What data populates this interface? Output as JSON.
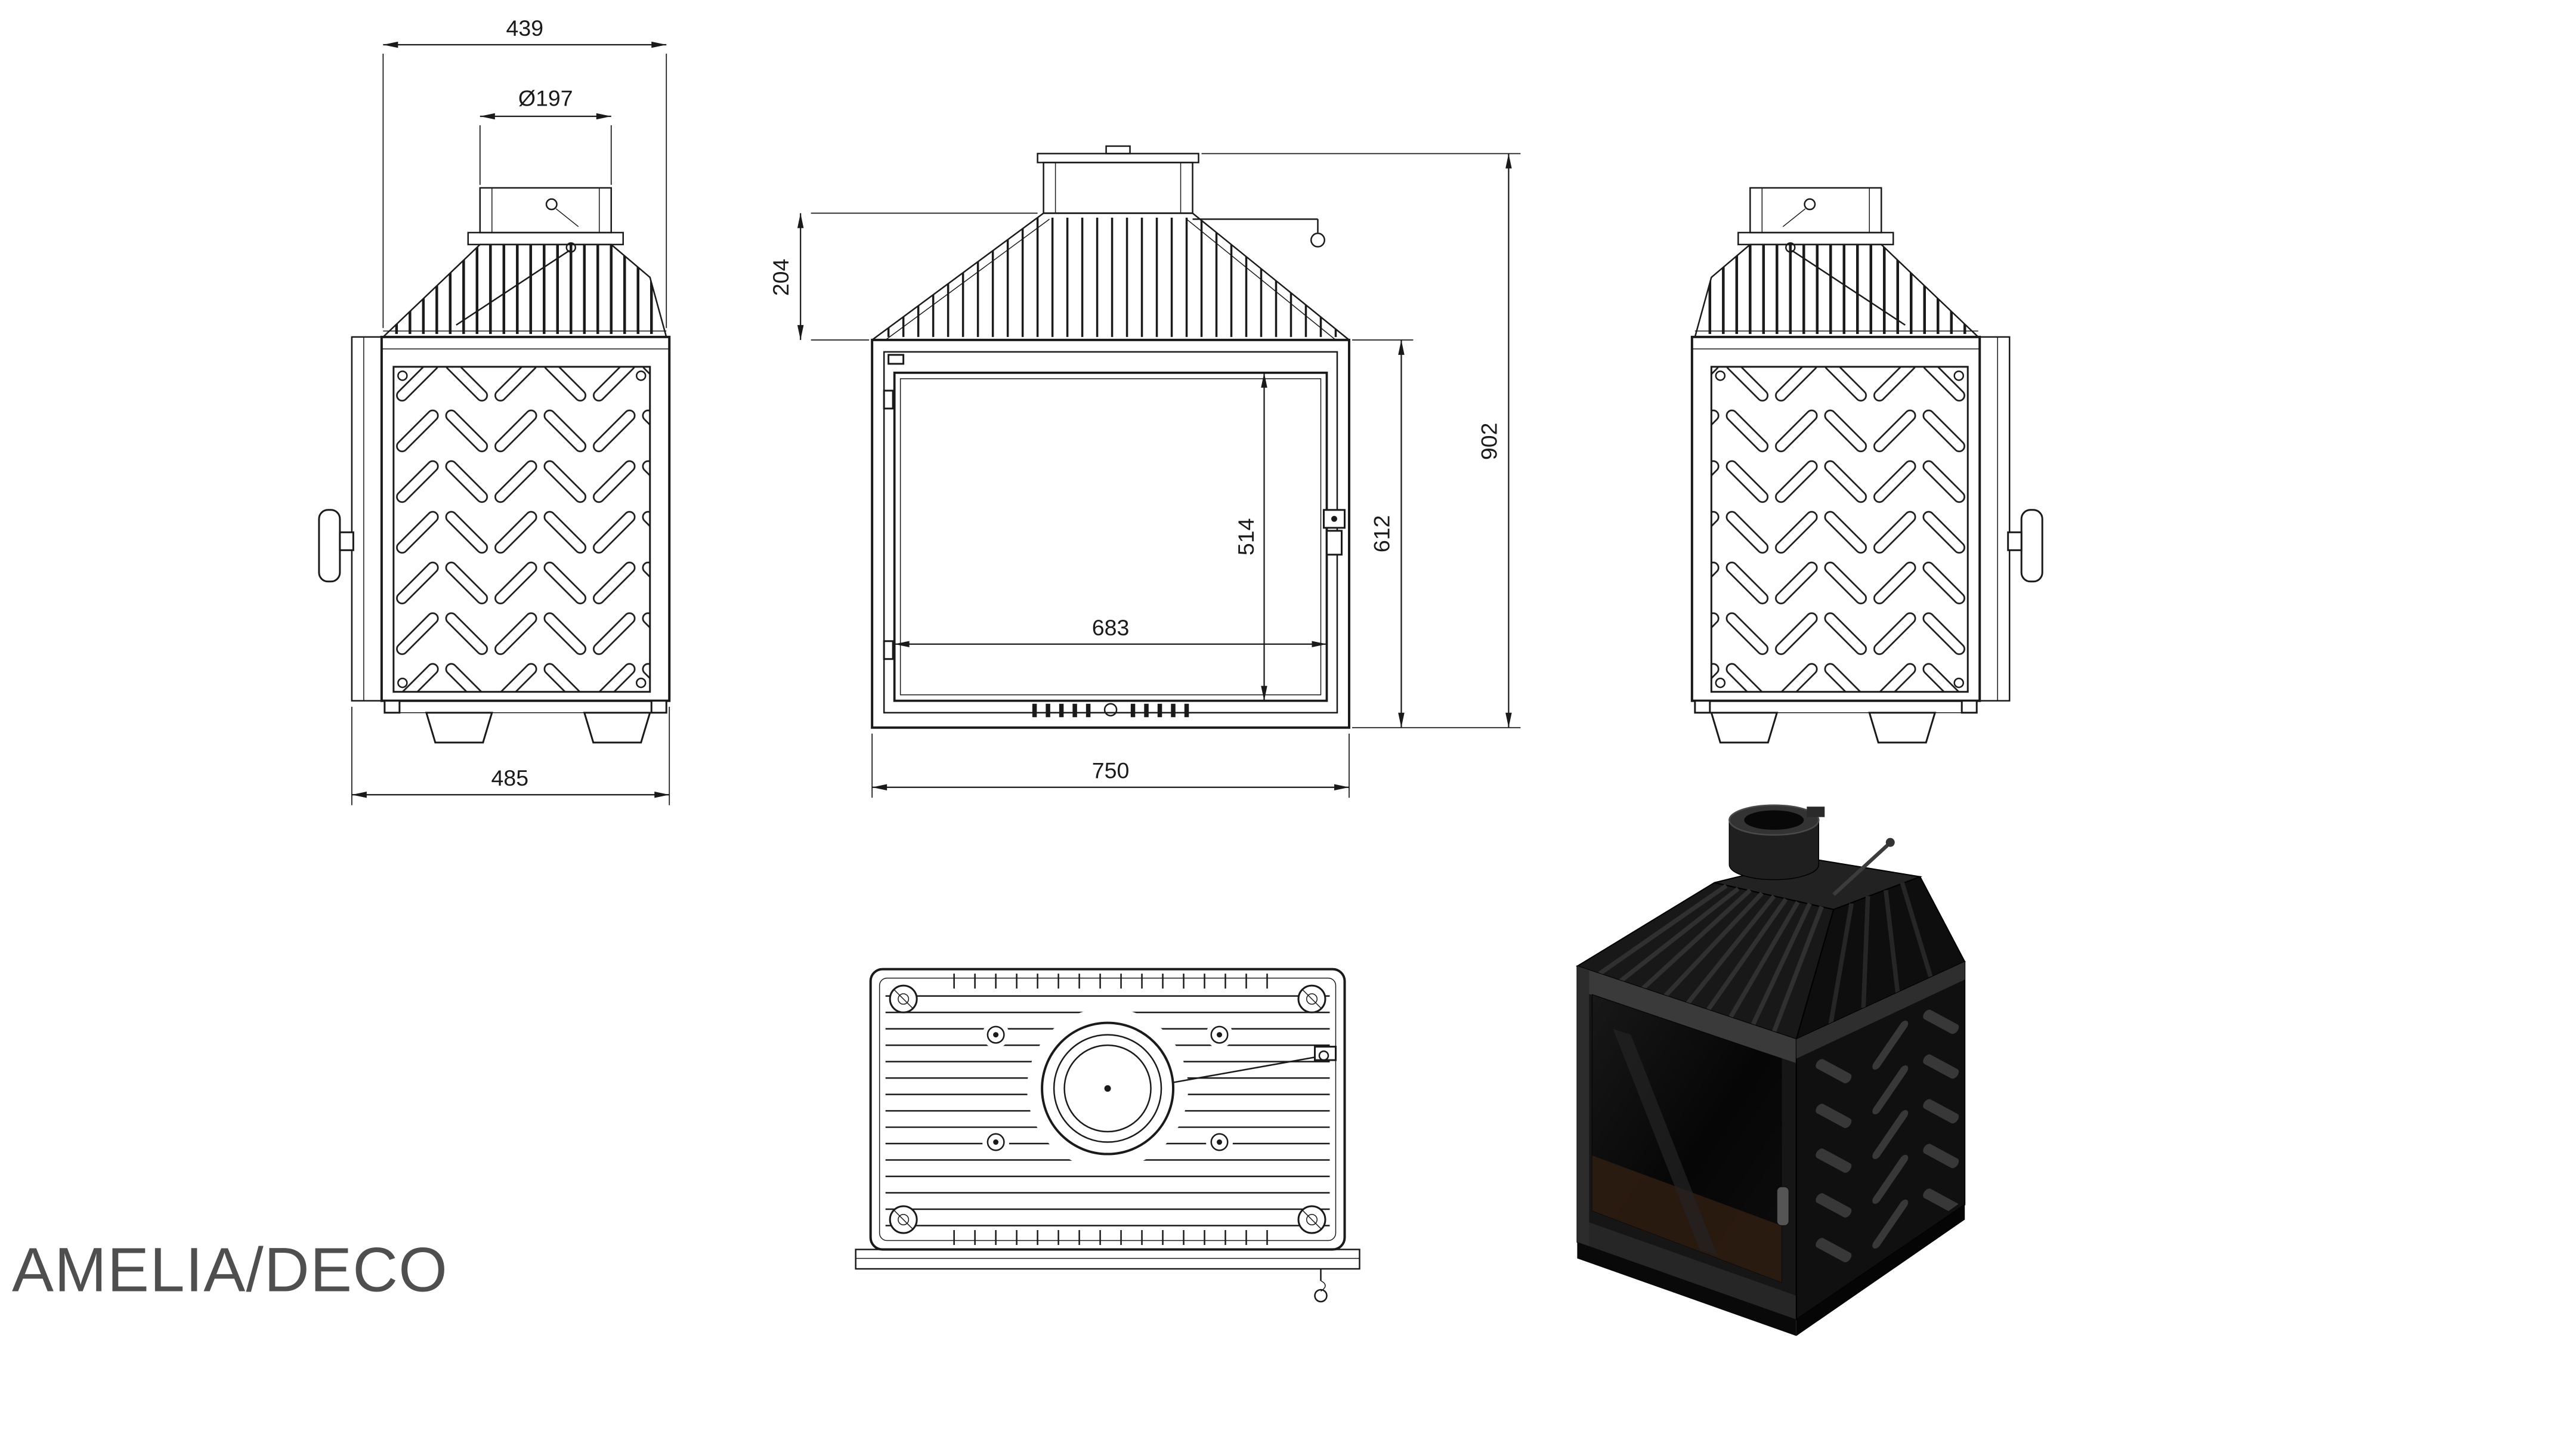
{
  "title": "AMELIA/DECO",
  "colors": {
    "line": "#1a1a1a",
    "title": "#4f4f4f",
    "render_body": "#141414"
  },
  "views": {
    "side_left": {
      "dims": {
        "top_width": "439",
        "flue_diameter": "Ø197",
        "depth": "485"
      }
    },
    "front": {
      "dims": {
        "hood_height": "204",
        "glass_height": "514",
        "glass_width": "683",
        "door_height": "612",
        "total_height": "902",
        "total_width": "750"
      }
    }
  }
}
